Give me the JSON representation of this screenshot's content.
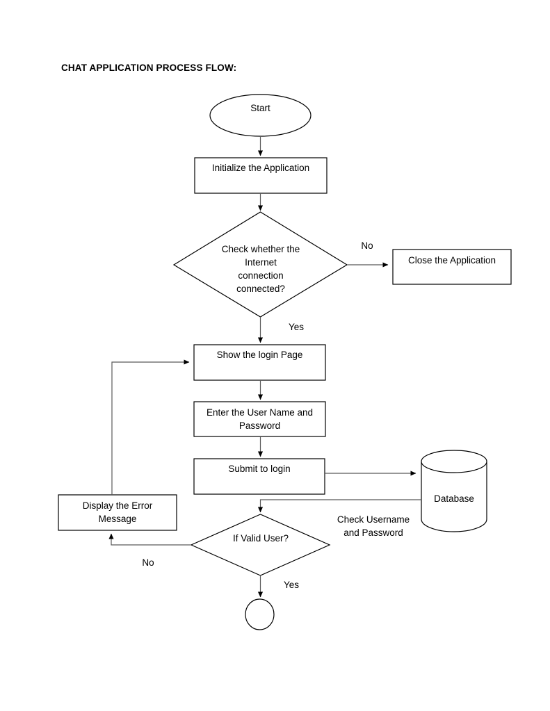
{
  "document": {
    "title": "CHAT APPLICATION PROCESS FLOW:"
  },
  "chart_data": {
    "type": "diagram",
    "diagram_kind": "flowchart",
    "title": "CHAT APPLICATION PROCESS FLOW:",
    "orientation": "top-to-bottom",
    "nodes": [
      {
        "id": "start",
        "shape": "ellipse",
        "label": "Start"
      },
      {
        "id": "init",
        "shape": "rectangle",
        "label": "Initialize the Application"
      },
      {
        "id": "check_internet",
        "shape": "diamond",
        "label": "Check whether the\nInternet\nconnection\nconnected?"
      },
      {
        "id": "close_app",
        "shape": "rectangle",
        "label": "Close the Application"
      },
      {
        "id": "show_login",
        "shape": "rectangle",
        "label": "Show the login Page"
      },
      {
        "id": "enter_creds",
        "shape": "rectangle",
        "label": "Enter the User Name and\nPassword"
      },
      {
        "id": "submit_login",
        "shape": "rectangle",
        "label": "Submit to login"
      },
      {
        "id": "database",
        "shape": "cylinder",
        "label": "Database"
      },
      {
        "id": "display_error",
        "shape": "rectangle",
        "label": "Display the Error\nMessage"
      },
      {
        "id": "if_valid_user",
        "shape": "diamond",
        "label": "If Valid User?"
      },
      {
        "id": "end",
        "shape": "ellipse",
        "label": ""
      }
    ],
    "edges": [
      {
        "from": "start",
        "to": "init",
        "label": ""
      },
      {
        "from": "init",
        "to": "check_internet",
        "label": ""
      },
      {
        "from": "check_internet",
        "to": "close_app",
        "label": "No"
      },
      {
        "from": "check_internet",
        "to": "show_login",
        "label": "Yes"
      },
      {
        "from": "show_login",
        "to": "enter_creds",
        "label": ""
      },
      {
        "from": "enter_creds",
        "to": "submit_login",
        "label": ""
      },
      {
        "from": "submit_login",
        "to": "database",
        "label": ""
      },
      {
        "from": "database",
        "to": "if_valid_user",
        "label": "Check Username\nand Password"
      },
      {
        "from": "if_valid_user",
        "to": "display_error",
        "label": "No"
      },
      {
        "from": "if_valid_user",
        "to": "end",
        "label": "Yes"
      },
      {
        "from": "display_error",
        "to": "show_login",
        "label": ""
      }
    ]
  },
  "labels": {
    "start": "Start",
    "init": "Initialize the Application",
    "check_internet": "Check whether the\nInternet\nconnection\nconnected?",
    "close_app": "Close the Application",
    "show_login": "Show the login Page",
    "enter_creds": "Enter the User Name and\nPassword",
    "submit_login": "Submit to login",
    "database": "Database",
    "display_error": "Display the Error\nMessage",
    "if_valid_user": "If Valid User?",
    "edge_no_internet": "No",
    "edge_yes_internet": "Yes",
    "edge_check_creds": "Check Username\nand Password",
    "edge_no_valid": "No",
    "edge_yes_valid": "Yes"
  },
  "colors": {
    "stroke": "#000000",
    "arrow_line": "#595959",
    "background": "#ffffff",
    "text": "#000000"
  }
}
